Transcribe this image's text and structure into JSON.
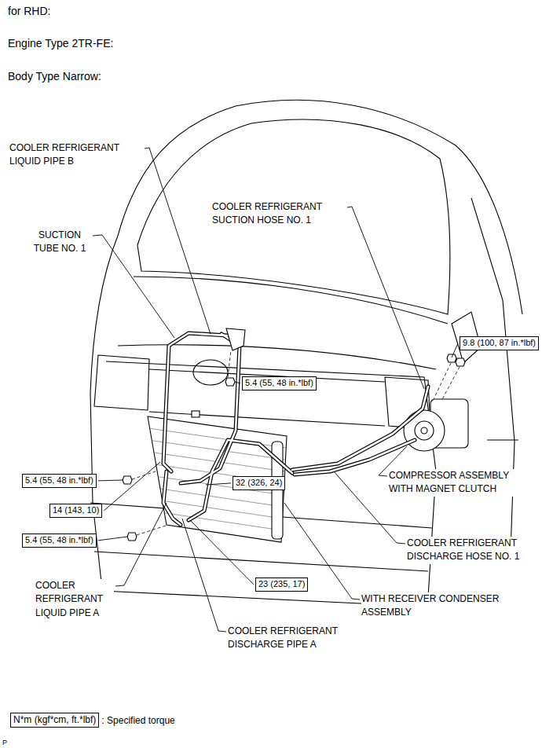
{
  "diagram": {
    "nodes": [
      {
        "text": [
          "9.8 (100, 87 in.*lbf)"
        ]
      },
      {
        "text": [
          "5.4 (55, 48 in.*lbf)"
        ]
      },
      {
        "text": [
          "5.4 (55, 48 in.*lbf)"
        ]
      },
      {
        "text": [
          "32 (326, 24)"
        ]
      },
      {
        "text": [
          "14 (143, 10)"
        ]
      },
      {
        "text": [
          "5.4 (55, 48 in.*lbf)"
        ]
      },
      {
        "text": [
          "23 (235, 17)"
        ]
      },
      {
        "text": [
          "N*m (kgf*cm, ft.*lbf)"
        ]
      }
    ],
    "labels": [
      "for RHD:",
      "Engine Type 2TR-FE:",
      "Body Type Narrow:",
      "COOLER REFRIGERANT LIQUID PIPE B",
      "SUCTION TUBE NO. 1",
      "COOLER REFRIGERANT SUCTION HOSE NO. 1",
      "COMPRESSOR ASSEMBLY WITH MAGNET CLUTCH",
      "COOLER REFRIGERANT DISCHARGE HOSE NO. 1",
      "WITH RECEIVER CONDENSER ASSEMBLY",
      "COOLER REFRIGERANT DISCHARGE PIPE A",
      "COOLER REFRIGERANT LIQUID PIPE A",
      ": Specified torque",
      "P"
    ]
  }
}
